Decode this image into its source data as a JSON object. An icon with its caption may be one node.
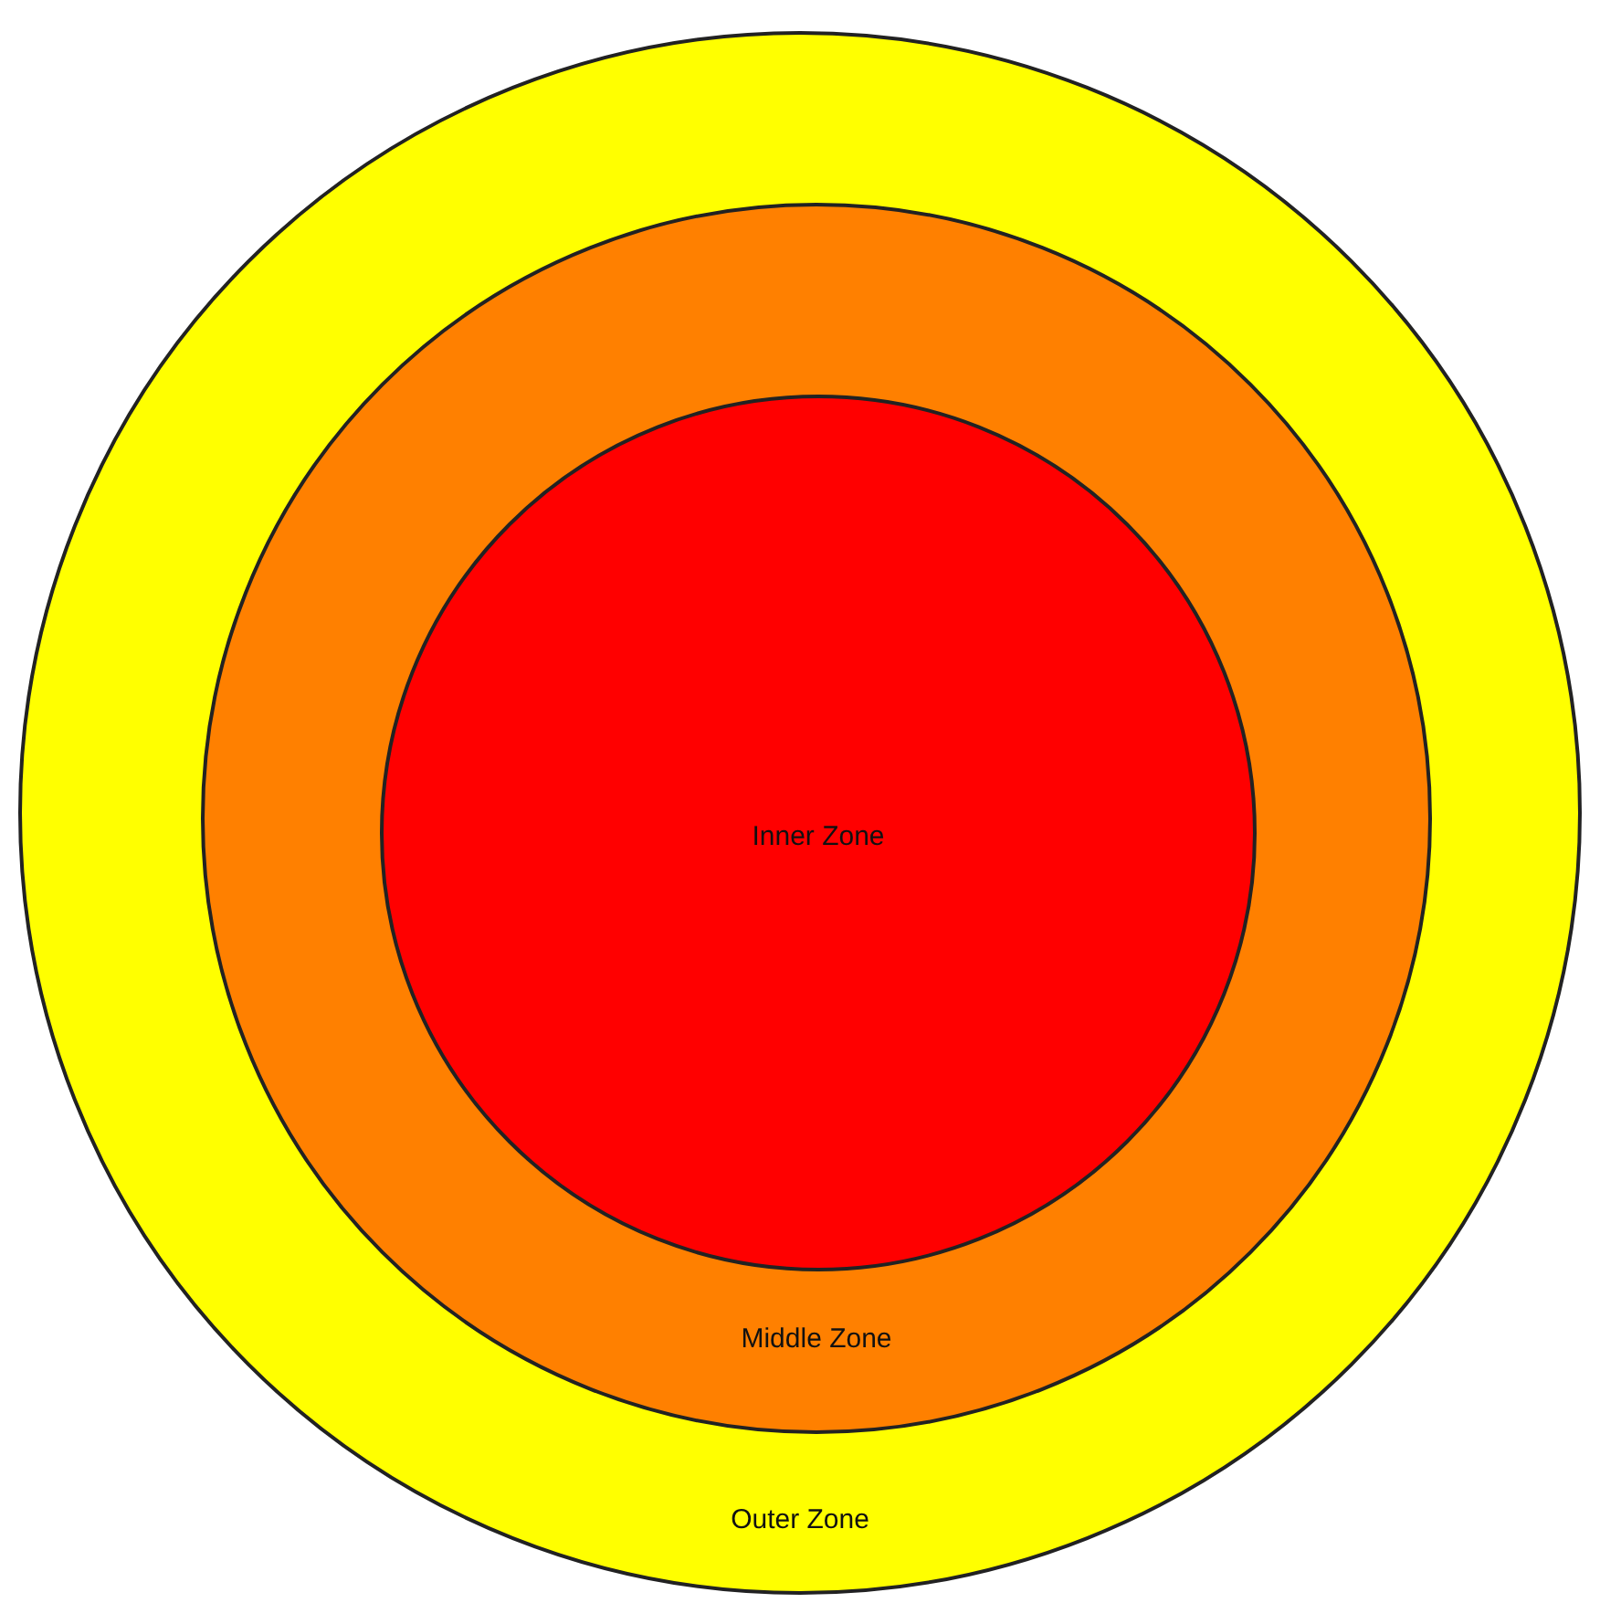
{
  "diagram": {
    "nodes": [
      {
        "text": [
          "Outer Zone"
        ]
      },
      {
        "text": [
          "Middle Zone"
        ],
        "in": 0
      },
      {
        "text": [
          "Inner Zone"
        ],
        "in": 1
      }
    ]
  }
}
